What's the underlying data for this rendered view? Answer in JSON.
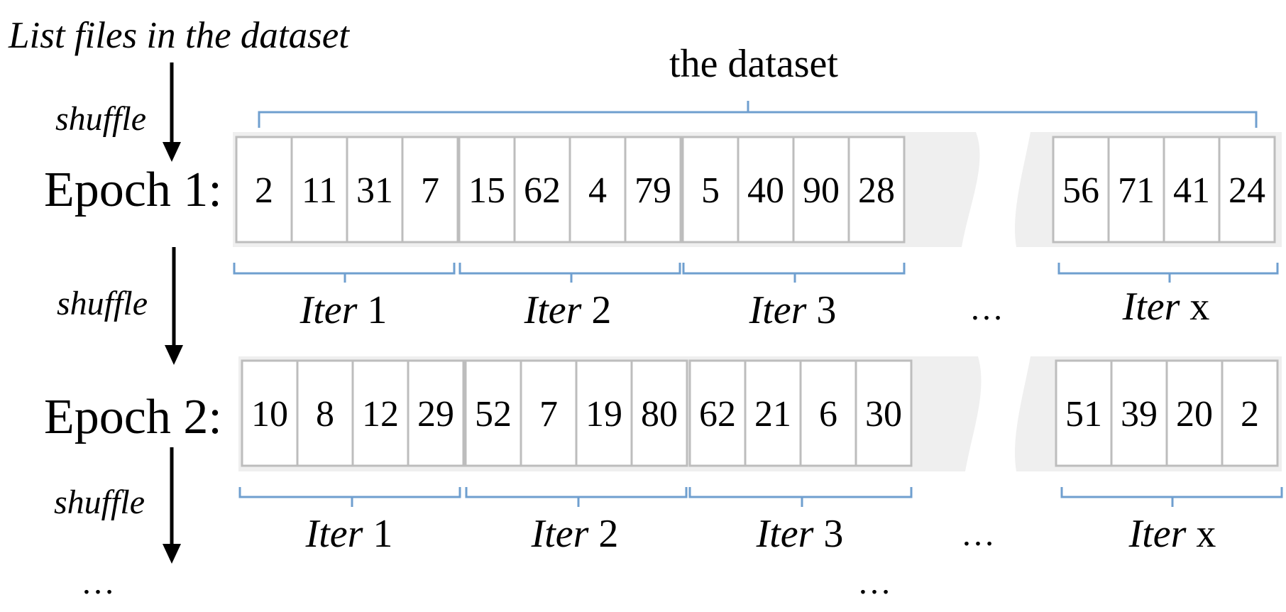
{
  "header": {
    "list_files": "List files in the dataset",
    "dataset_label": "the dataset"
  },
  "shuffle_label": "shuffle",
  "ellipsis": "…",
  "colors": {
    "brace": "#6f9fcf",
    "cell_border": "#bdbdbd",
    "fade": "#efefef",
    "text": "#000000",
    "arrow": "#000000"
  },
  "epochs": [
    {
      "label": "Epoch 1:",
      "groups": [
        {
          "iter_word": "Iter",
          "iter_num": "1",
          "files": [
            "2",
            "11",
            "31",
            "7"
          ]
        },
        {
          "iter_word": "Iter",
          "iter_num": "2",
          "files": [
            "15",
            "62",
            "4",
            "79"
          ]
        },
        {
          "iter_word": "Iter",
          "iter_num": "3",
          "files": [
            "5",
            "40",
            "90",
            "28"
          ]
        },
        {
          "iter_word": "Iter",
          "iter_num": "x",
          "files": [
            "56",
            "71",
            "41",
            "24"
          ]
        }
      ]
    },
    {
      "label": "Epoch 2:",
      "groups": [
        {
          "iter_word": "Iter",
          "iter_num": "1",
          "files": [
            "10",
            "8",
            "12",
            "29"
          ]
        },
        {
          "iter_word": "Iter",
          "iter_num": "2",
          "files": [
            "52",
            "7",
            "19",
            "80"
          ]
        },
        {
          "iter_word": "Iter",
          "iter_num": "3",
          "files": [
            "62",
            "21",
            "6",
            "30"
          ]
        },
        {
          "iter_word": "Iter",
          "iter_num": "x",
          "files": [
            "51",
            "39",
            "20",
            "2"
          ]
        }
      ]
    }
  ]
}
